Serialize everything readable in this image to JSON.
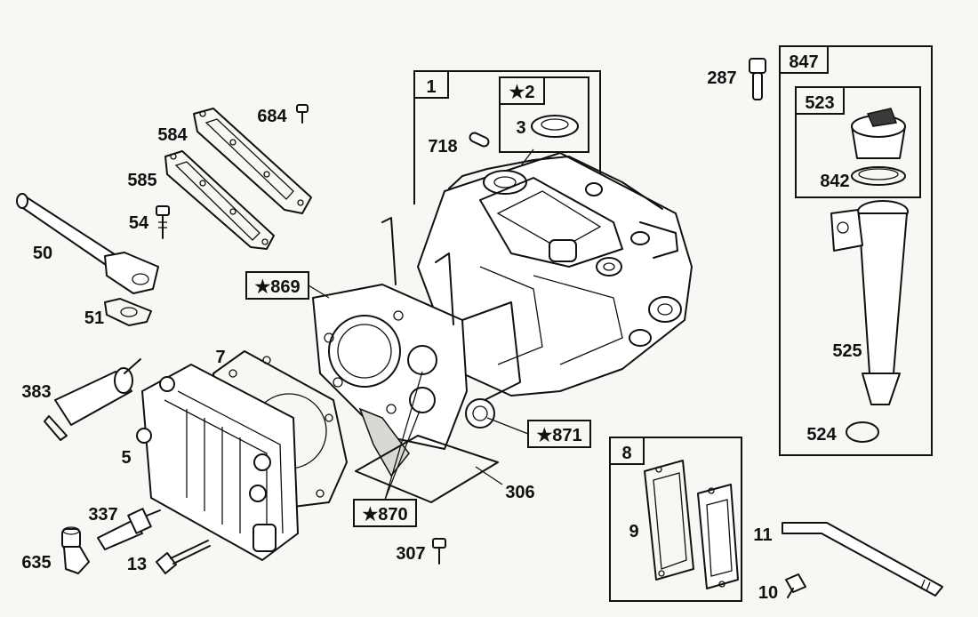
{
  "callouts": {
    "c1": "1",
    "c2": "★2",
    "c3": "3",
    "c718": "718",
    "c684": "684",
    "c584": "584",
    "c585": "585",
    "c54": "54",
    "c50": "50",
    "c51": "51",
    "c869": "★869",
    "c7": "7",
    "c383": "383",
    "c5": "5",
    "c337": "337",
    "c635": "635",
    "c13": "13",
    "c870": "★870",
    "c871": "★871",
    "c306": "306",
    "c307": "307",
    "c287": "287",
    "c847": "847",
    "c523": "523",
    "c842": "842",
    "c525": "525",
    "c524": "524",
    "c8": "8",
    "c9": "9",
    "c11": "11",
    "c10": "10"
  }
}
